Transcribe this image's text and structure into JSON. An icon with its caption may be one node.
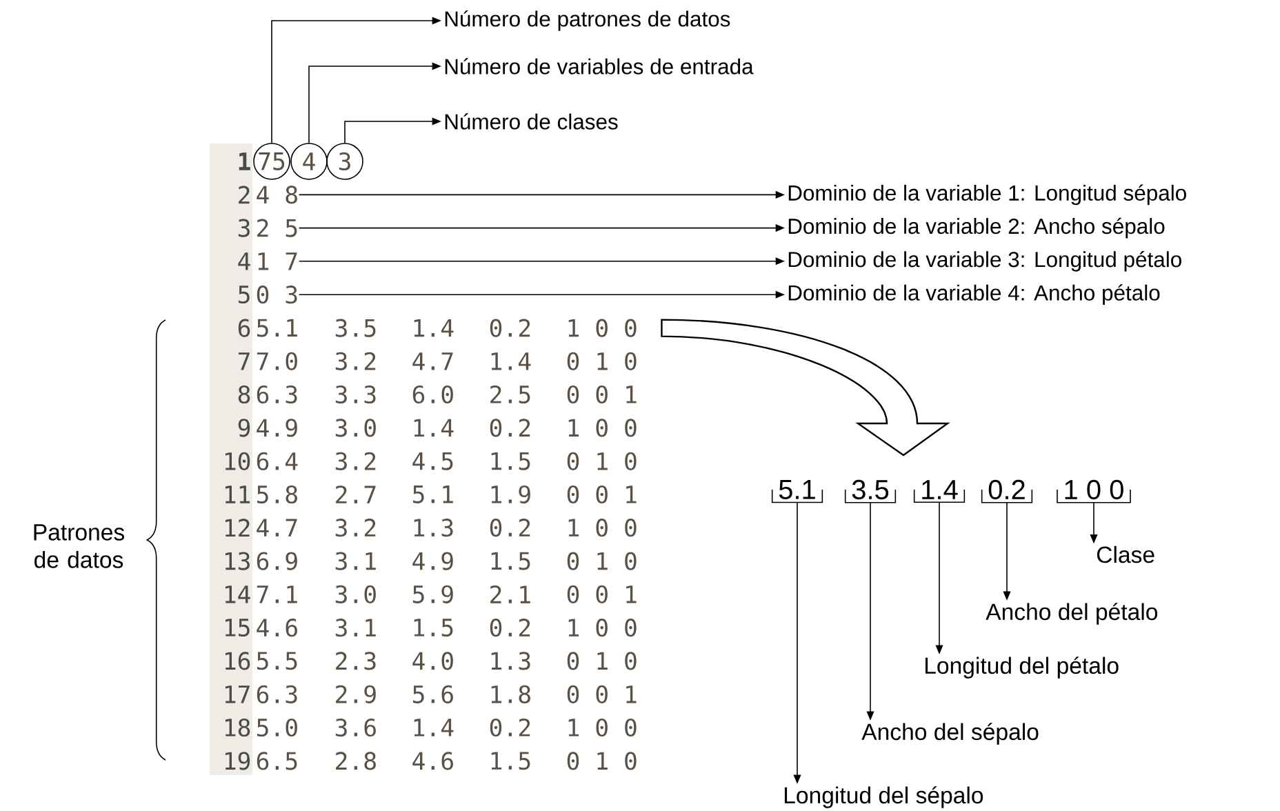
{
  "diagram": {
    "nodes": [
      {
        "text": [
          "Número de patrones de datos"
        ]
      },
      {
        "text": [
          "Número de variables de entrada"
        ]
      },
      {
        "text": [
          "Número de clases"
        ]
      },
      {
        "text": [
          "75"
        ]
      },
      {
        "text": [
          "4"
        ]
      },
      {
        "text": [
          "3"
        ]
      },
      {
        "text": [
          "4 8"
        ]
      },
      {
        "text": [
          "2 5"
        ]
      },
      {
        "text": [
          "1 7"
        ]
      },
      {
        "text": [
          "0 3"
        ]
      },
      {
        "text": [
          "Dominio de la variable 1: Longitud sépalo"
        ]
      },
      {
        "text": [
          "Dominio de la variable 2: Ancho sépalo"
        ]
      },
      {
        "text": [
          "Dominio de la variable 3: Longitud pétalo"
        ]
      },
      {
        "text": [
          "Dominio de la variable 4: Ancho pétalo"
        ]
      },
      {
        "text": [
          "1 0 0"
        ]
      },
      {
        "text": [
          "5.1"
        ]
      },
      {
        "text": [
          "3.5"
        ]
      },
      {
        "text": [
          "1.4"
        ]
      },
      {
        "text": [
          "0.2"
        ]
      },
      {
        "text": [
          "1 0 0"
        ]
      },
      {
        "text": [
          "Longitud del sépalo"
        ]
      },
      {
        "text": [
          "Ancho del sépalo"
        ]
      },
      {
        "text": [
          "Longitud del pétalo"
        ]
      },
      {
        "text": [
          "Ancho del pétalo"
        ]
      },
      {
        "text": [
          "Clase"
        ]
      }
    ],
    "edges": [
      {
        "from": 3,
        "to": 0,
        "arrow": "to"
      },
      {
        "from": 4,
        "to": 1,
        "arrow": "to"
      },
      {
        "from": 5,
        "to": 2,
        "arrow": "to"
      },
      {
        "from": 6,
        "to": 10,
        "arrow": "to"
      },
      {
        "from": 7,
        "to": 11,
        "arrow": "to"
      },
      {
        "from": 8,
        "to": 12,
        "arrow": "to"
      },
      {
        "from": 9,
        "to": 13,
        "arrow": "to"
      },
      {
        "from": 14,
        "to": null,
        "arrow": "to",
        "style": "thick"
      },
      {
        "from": 15,
        "to": 20,
        "arrow": "to"
      },
      {
        "from": 16,
        "to": 21,
        "arrow": "to"
      },
      {
        "from": 17,
        "to": 22,
        "arrow": "to"
      },
      {
        "from": 18,
        "to": 23,
        "arrow": "to"
      },
      {
        "from": 19,
        "to": 24,
        "arrow": "to"
      }
    ],
    "labels": [
      "1",
      "2",
      "3",
      "4",
      "5",
      "6",
      "5.1",
      "3.5",
      "1.4",
      "0.2",
      "7",
      "7.0",
      "3.2",
      "4.7",
      "1.4",
      "0 1 0",
      "8",
      "6.3",
      "3.3",
      "6.0",
      "2.5",
      "0 0 1",
      "9",
      "4.9",
      "3.0",
      "1.4",
      "0.2",
      "1 0 0",
      "10",
      "6.4",
      "3.2",
      "4.5",
      "1.5",
      "0 1 0",
      "11",
      "5.8",
      "2.7",
      "5.1",
      "1.9",
      "0 0 1",
      "12",
      "4.7",
      "3.2",
      "1.3",
      "0.2",
      "1 0 0",
      "13",
      "6.9",
      "3.1",
      "4.9",
      "1.5",
      "0 1 0",
      "14",
      "7.1",
      "3.0",
      "5.9",
      "2.1",
      "0 0 1",
      "15",
      "4.6",
      "3.1",
      "1.5",
      "0.2",
      "1 0 0",
      "16",
      "5.5",
      "2.3",
      "4.0",
      "1.3",
      "0 1 0",
      "17",
      "6.3",
      "2.9",
      "5.6",
      "1.8",
      "0 0 1",
      "18",
      "5.0",
      "3.6",
      "1.4",
      "0.2",
      "1 0 0",
      "19",
      "6.5",
      "2.8",
      "4.6",
      "1.5",
      "0 1 0",
      "Patrones de datos"
    ]
  }
}
